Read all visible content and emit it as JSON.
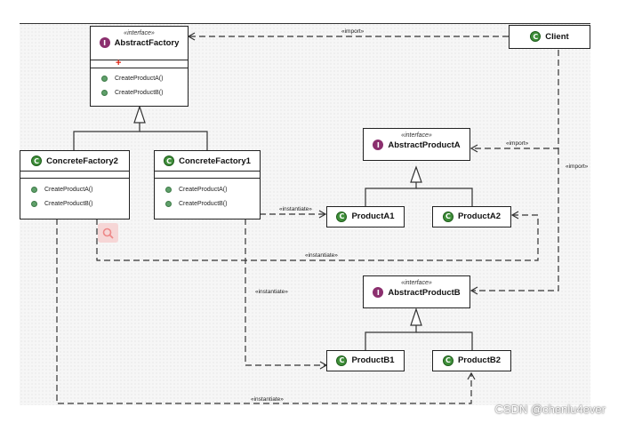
{
  "colors": {
    "interface_badge": "#8b2f6e",
    "class_badge": "#3f8f3a",
    "line": "#333333",
    "accent_plus": "#d21111"
  },
  "boxes": {
    "abstract_factory": {
      "stereotype": "«interface»",
      "badge": "I",
      "name": "AbstractFactory",
      "ops": [
        "CreateProductA()",
        "CreateProductB()"
      ]
    },
    "client": {
      "badge": "C",
      "name": "Client"
    },
    "concrete_factory2": {
      "badge": "C",
      "name": "ConcreteFactory2",
      "ops": [
        "CreateProductA()",
        "CreateProductB()"
      ]
    },
    "concrete_factory1": {
      "badge": "C",
      "name": "ConcreteFactory1",
      "ops": [
        "CreateProductA()",
        "CreateProductB()"
      ]
    },
    "abstract_product_a": {
      "stereotype": "«interface»",
      "badge": "I",
      "name": "AbstractProductA"
    },
    "product_a1": {
      "badge": "C",
      "name": "ProductA1"
    },
    "product_a2": {
      "badge": "C",
      "name": "ProductA2"
    },
    "abstract_product_b": {
      "stereotype": "«interface»",
      "badge": "I",
      "name": "AbstractProductB"
    },
    "product_b1": {
      "badge": "C",
      "name": "ProductB1"
    },
    "product_b2": {
      "badge": "C",
      "name": "ProductB2"
    }
  },
  "edge_labels": {
    "import_factory": "«import»",
    "import_product_a": "«import»",
    "import_product_b": "«import»",
    "instantiate_a1": "«instantiate»",
    "instantiate_a2": "«instantiate»",
    "instantiate_b1": "«instantiate»",
    "instantiate_b2": "«instantiate»"
  },
  "icons": {
    "search": "search-icon",
    "plus": "add-marker-icon"
  },
  "watermark": "CSDN @chenlu4ever"
}
